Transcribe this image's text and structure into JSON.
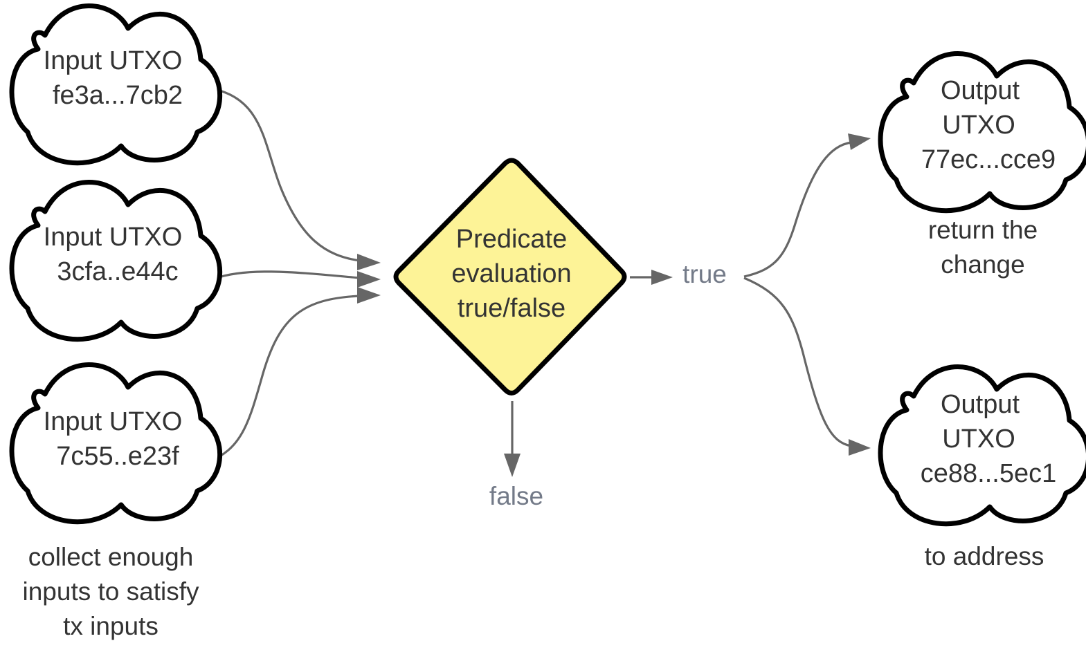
{
  "inputs": [
    {
      "line1": "Input UTXO",
      "line2": "fe3a...7cb2"
    },
    {
      "line1": "Input UTXO",
      "line2": "3cfa..e44c"
    },
    {
      "line1": "Input UTXO",
      "line2": "7c55..e23f"
    }
  ],
  "inputs_note": {
    "line1": "collect enough",
    "line2": "inputs to satisfy",
    "line3": "tx inputs"
  },
  "predicate": {
    "line1": "Predicate",
    "line2": "evaluation",
    "line3": "true/false"
  },
  "labels": {
    "true": "true",
    "false": "false"
  },
  "outputs": [
    {
      "line1": "Output",
      "line2": "UTXO",
      "line3": "77ec...cce9",
      "note1": "return the",
      "note2": "change"
    },
    {
      "line1": "Output",
      "line2": "UTXO",
      "line3": "ce88...5ec1",
      "note1": "to address"
    }
  ],
  "colors": {
    "predicate_fill": "#fdf397",
    "edge": "#666666",
    "label": "#737a88",
    "text": "#333333"
  }
}
